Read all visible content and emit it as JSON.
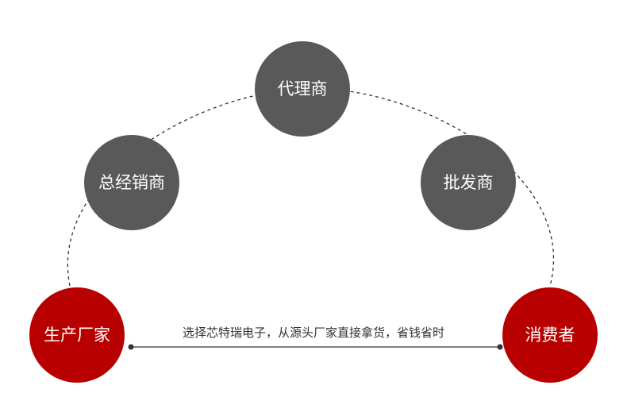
{
  "diagram": {
    "nodes": [
      {
        "id": "manufacturer",
        "label": "生产厂家",
        "color": "#b80000"
      },
      {
        "id": "general-distributor",
        "label": "总经销商",
        "color": "#595959"
      },
      {
        "id": "agent",
        "label": "代理商",
        "color": "#595959"
      },
      {
        "id": "wholesaler",
        "label": "批发商",
        "color": "#595959"
      },
      {
        "id": "consumer",
        "label": "消费者",
        "color": "#b80000"
      }
    ],
    "direct_path_caption": "选择芯特瑞电子，从源头厂家直接拿货，省钱省时",
    "colors": {
      "arc_line": "#222222",
      "direct_line": "#333333"
    }
  }
}
